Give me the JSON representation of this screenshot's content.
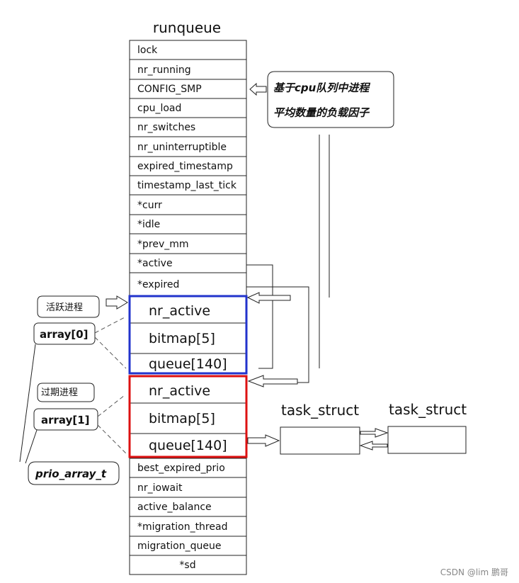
{
  "title": "runqueue",
  "fields_top": [
    "lock",
    "nr_running",
    "CONFIG_SMP",
    "cpu_load",
    "nr_switches",
    "nr_uninterruptible",
    "expired_timestamp",
    "timestamp_last_tick",
    "*curr",
    "*idle",
    "*prev_mm",
    "*active",
    "*expired"
  ],
  "array0": [
    "nr_active",
    "bitmap[5]",
    "queue[140]"
  ],
  "array1": [
    "nr_active",
    "bitmap[5]",
    "queue[140]"
  ],
  "fields_bottom": [
    "best_expired_prio",
    "nr_iowait",
    "active_balance",
    "*migration_thread",
    "migration_queue",
    "*sd"
  ],
  "annotation": {
    "line1": "基于cpu队列中进程",
    "line2": "平均数量的负载因子"
  },
  "labels": {
    "active_proc": "活跃进程",
    "array0": "array[0]",
    "expired_proc": "过期进程",
    "array1": "array[1]",
    "prio_array": "prio_array_t"
  },
  "task_structs": [
    "task_struct",
    "task_struct"
  ],
  "watermark": "CSDN @lim 鹏哥",
  "colors": {
    "active_box": "#2233cc",
    "expired_box": "#dd1111"
  }
}
